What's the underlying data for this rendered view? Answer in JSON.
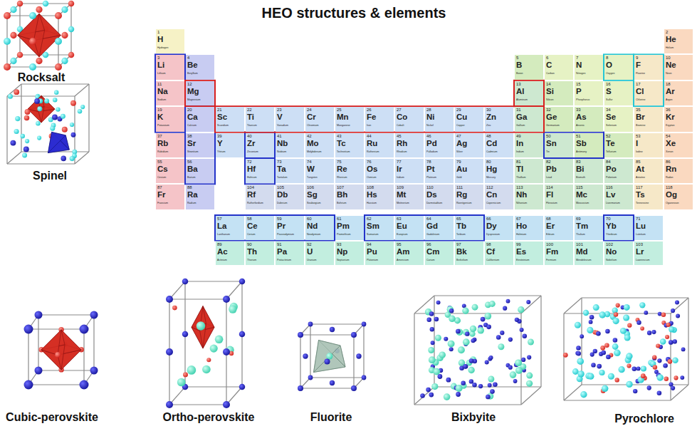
{
  "diagram": {
    "title": "HEO structures & elements",
    "nodes": [
      {
        "text": [
          "1",
          "H",
          "Hydrogen"
        ]
      },
      {
        "text": [
          "2",
          "He",
          "Helium"
        ]
      },
      {
        "text": [
          "3",
          "Li",
          "Lithium"
        ]
      },
      {
        "text": [
          "4",
          "Be",
          "Beryllium"
        ]
      },
      {
        "text": [
          "5",
          "B",
          "Boron"
        ]
      },
      {
        "text": [
          "6",
          "C",
          "Carbon"
        ]
      },
      {
        "text": [
          "7",
          "N",
          "Nitrogen"
        ]
      },
      {
        "text": [
          "8",
          "O",
          "Oxygen"
        ]
      },
      {
        "text": [
          "9",
          "F",
          "Fluorine"
        ]
      },
      {
        "text": [
          "10",
          "Ne",
          "Neon"
        ]
      },
      {
        "text": [
          "11",
          "Na",
          "Sodium"
        ]
      },
      {
        "text": [
          "12",
          "Mg",
          "Magnesium"
        ]
      },
      {
        "text": [
          "13",
          "Al",
          "Aluminum"
        ]
      },
      {
        "text": [
          "14",
          "Si",
          "Silicon"
        ]
      },
      {
        "text": [
          "15",
          "P",
          "Phosphorus"
        ]
      },
      {
        "text": [
          "16",
          "S",
          "Sulfur"
        ]
      },
      {
        "text": [
          "17",
          "Cl",
          "Chlorine"
        ]
      },
      {
        "text": [
          "18",
          "Ar",
          "Argon"
        ]
      },
      {
        "text": [
          "19",
          "K",
          "Potassium"
        ]
      },
      {
        "text": [
          "20",
          "Ca",
          "Calcium"
        ]
      },
      {
        "text": [
          "21",
          "Sc",
          "Scandium"
        ]
      },
      {
        "text": [
          "22",
          "Ti",
          "Titanium"
        ]
      },
      {
        "text": [
          "23",
          "V",
          "Vanadium"
        ]
      },
      {
        "text": [
          "24",
          "Cr",
          "Chromium"
        ]
      },
      {
        "text": [
          "25",
          "Mn",
          "Manganese"
        ]
      },
      {
        "text": [
          "26",
          "Fe",
          "Iron"
        ]
      },
      {
        "text": [
          "27",
          "Co",
          "Cobalt"
        ]
      },
      {
        "text": [
          "28",
          "Ni",
          "Nickel"
        ]
      },
      {
        "text": [
          "29",
          "Cu",
          "Copper"
        ]
      },
      {
        "text": [
          "30",
          "Zn",
          "Zinc"
        ]
      },
      {
        "text": [
          "31",
          "Ga",
          "Gallium"
        ]
      },
      {
        "text": [
          "32",
          "Ge",
          "Germanium"
        ]
      },
      {
        "text": [
          "33",
          "As",
          "Arsenic"
        ]
      },
      {
        "text": [
          "34",
          "Se",
          "Selenium"
        ]
      },
      {
        "text": [
          "35",
          "Br",
          "Bromine"
        ]
      },
      {
        "text": [
          "36",
          "Kr",
          "Krypton"
        ]
      },
      {
        "text": [
          "37",
          "Rb",
          "Rubidium"
        ]
      },
      {
        "text": [
          "38",
          "Sr",
          "Strontium"
        ]
      },
      {
        "text": [
          "39",
          "Y",
          "Yttrium"
        ]
      },
      {
        "text": [
          "40",
          "Zr",
          "Zirconium"
        ]
      },
      {
        "text": [
          "41",
          "Nb",
          "Niobium"
        ]
      },
      {
        "text": [
          "42",
          "Mo",
          "Molybdenum"
        ]
      },
      {
        "text": [
          "43",
          "Tc",
          "Technetium"
        ]
      },
      {
        "text": [
          "44",
          "Ru",
          "Ruthenium"
        ]
      },
      {
        "text": [
          "45",
          "Rh",
          "Rhodium"
        ]
      },
      {
        "text": [
          "46",
          "Pd",
          "Palladium"
        ]
      },
      {
        "text": [
          "47",
          "Ag",
          "Silver"
        ]
      },
      {
        "text": [
          "48",
          "Cd",
          "Cadmium"
        ]
      },
      {
        "text": [
          "49",
          "In",
          "Indium"
        ]
      },
      {
        "text": [
          "50",
          "Sn",
          "Tin"
        ]
      },
      {
        "text": [
          "51",
          "Sb",
          "Antimony"
        ]
      },
      {
        "text": [
          "52",
          "Te",
          "Tellurium"
        ]
      },
      {
        "text": [
          "53",
          "I",
          "Iodine"
        ]
      },
      {
        "text": [
          "54",
          "Xe",
          "Xenon"
        ]
      },
      {
        "text": [
          "55",
          "Cs",
          "Cesium"
        ]
      },
      {
        "text": [
          "56",
          "Ba",
          "Barium"
        ]
      },
      {
        "text": [
          "72",
          "Hf",
          "Hafnium"
        ]
      },
      {
        "text": [
          "73",
          "Ta",
          "Tantalum"
        ]
      },
      {
        "text": [
          "74",
          "W",
          "Tungsten"
        ]
      },
      {
        "text": [
          "75",
          "Re",
          "Rhenium"
        ]
      },
      {
        "text": [
          "76",
          "Os",
          "Osmium"
        ]
      },
      {
        "text": [
          "77",
          "Ir",
          "Iridium"
        ]
      },
      {
        "text": [
          "78",
          "Pt",
          "Platinum"
        ]
      },
      {
        "text": [
          "79",
          "Au",
          "Gold"
        ]
      },
      {
        "text": [
          "80",
          "Hg",
          "Mercury"
        ]
      },
      {
        "text": [
          "81",
          "Tl",
          "Thallium"
        ]
      },
      {
        "text": [
          "82",
          "Pb",
          "Lead"
        ]
      },
      {
        "text": [
          "83",
          "Bi",
          "Bismuth"
        ]
      },
      {
        "text": [
          "84",
          "Po",
          "Polonium"
        ]
      },
      {
        "text": [
          "85",
          "At",
          "Astatine"
        ]
      },
      {
        "text": [
          "86",
          "Rn",
          "Radon"
        ]
      },
      {
        "text": [
          "87",
          "Fr",
          "Francium"
        ]
      },
      {
        "text": [
          "88",
          "Ra",
          "Radium"
        ]
      },
      {
        "text": [
          "104",
          "Rf",
          "Rutherfordium"
        ]
      },
      {
        "text": [
          "105",
          "Db",
          "Dubnium"
        ]
      },
      {
        "text": [
          "106",
          "Sg",
          "Seaborgium"
        ]
      },
      {
        "text": [
          "107",
          "Bh",
          "Bohrium"
        ]
      },
      {
        "text": [
          "108",
          "Hs",
          "Hassium"
        ]
      },
      {
        "text": [
          "109",
          "Mt",
          "Meitnerium"
        ]
      },
      {
        "text": [
          "110",
          "Ds",
          "Darmstadtium"
        ]
      },
      {
        "text": [
          "111",
          "Rg",
          "Roentgenium"
        ]
      },
      {
        "text": [
          "112",
          "Cn",
          "Copernicium"
        ]
      },
      {
        "text": [
          "113",
          "Nh",
          "Nihonium"
        ]
      },
      {
        "text": [
          "114",
          "Fl",
          "Flerovium"
        ]
      },
      {
        "text": [
          "115",
          "Mc",
          "Moscovium"
        ]
      },
      {
        "text": [
          "116",
          "Lv",
          "Livermorium"
        ]
      },
      {
        "text": [
          "117",
          "Ts",
          "Tennessine"
        ]
      },
      {
        "text": [
          "118",
          "Og",
          "Oganesson"
        ]
      },
      {
        "text": [
          "57",
          "La",
          "Lanthanum"
        ]
      },
      {
        "text": [
          "58",
          "Ce",
          "Cerium"
        ]
      },
      {
        "text": [
          "59",
          "Pr",
          "Praseodymium"
        ]
      },
      {
        "text": [
          "60",
          "Nd",
          "Neodymium"
        ]
      },
      {
        "text": [
          "61",
          "Pm",
          "Promethium"
        ]
      },
      {
        "text": [
          "62",
          "Sm",
          "Samarium"
        ]
      },
      {
        "text": [
          "63",
          "Eu",
          "Europium"
        ]
      },
      {
        "text": [
          "64",
          "Gd",
          "Gadolinium"
        ]
      },
      {
        "text": [
          "65",
          "Tb",
          "Terbium"
        ]
      },
      {
        "text": [
          "66",
          "Dy",
          "Dysprosium"
        ]
      },
      {
        "text": [
          "67",
          "Ho",
          "Holmium"
        ]
      },
      {
        "text": [
          "68",
          "Er",
          "Erbium"
        ]
      },
      {
        "text": [
          "69",
          "Tm",
          "Thulium"
        ]
      },
      {
        "text": [
          "70",
          "Yb",
          "Ytterbium"
        ]
      },
      {
        "text": [
          "71",
          "Lu",
          "Lutetium"
        ]
      },
      {
        "text": [
          "89",
          "Ac",
          "Actinium"
        ]
      },
      {
        "text": [
          "90",
          "Th",
          "Thorium"
        ]
      },
      {
        "text": [
          "91",
          "Pa",
          "Protactinium"
        ]
      },
      {
        "text": [
          "92",
          "U",
          "Uranium"
        ]
      },
      {
        "text": [
          "93",
          "Np",
          "Neptunium"
        ]
      },
      {
        "text": [
          "94",
          "Pu",
          "Plutonium"
        ]
      },
      {
        "text": [
          "95",
          "Am",
          "Americium"
        ]
      },
      {
        "text": [
          "96",
          "Cm",
          "Curium"
        ]
      },
      {
        "text": [
          "97",
          "Bk",
          "Berkelium"
        ]
      },
      {
        "text": [
          "98",
          "Cf",
          "Californium"
        ]
      },
      {
        "text": [
          "99",
          "Es",
          "Einsteinium"
        ]
      },
      {
        "text": [
          "100",
          "Fm",
          "Fermium"
        ]
      },
      {
        "text": [
          "101",
          "Md",
          "Mendelevium"
        ]
      },
      {
        "text": [
          "102",
          "No",
          "Nobelium"
        ]
      },
      {
        "text": [
          "103",
          "Lr",
          "Lawrencium"
        ]
      }
    ],
    "labels": [
      "Rocksalt",
      "Spinel",
      "Cubic-perovskite",
      "Ortho-perovskite",
      "Fluorite",
      "Bixbyite",
      "Pyrochlore"
    ]
  }
}
